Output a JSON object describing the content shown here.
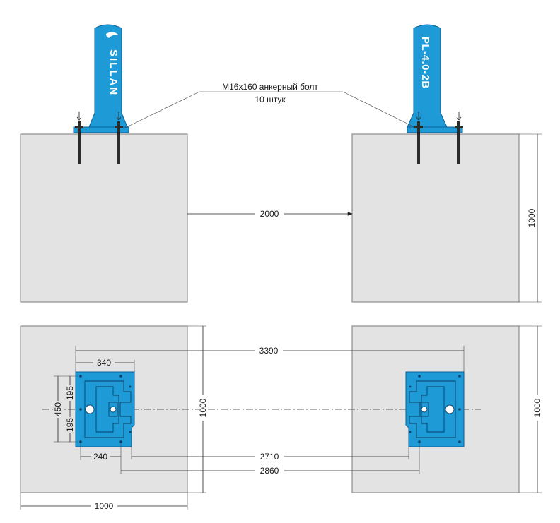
{
  "colors": {
    "column": "#1e9ad6",
    "plate": "#1e9ad6",
    "concrete": "#e3e3e3"
  },
  "annotation": {
    "bolt_line1": "M16x160 анкерный болт",
    "bolt_line2": "10 штук"
  },
  "columns": {
    "left_brand": "SILLAN",
    "right_model": "PL-4.0-2B"
  },
  "dimensions": {
    "column_spacing": "2000",
    "foundation_height_top": "1000",
    "foundation_height_bottom_right": "1000",
    "foundation_height_bottom_left": "1000",
    "foundation_width": "1000",
    "outer_anchor_span": "3390",
    "plate_width": "340",
    "plate_height": "450",
    "half_height_upper": "195",
    "half_height_lower": "195",
    "plate_offset": "240",
    "inner_anchor_span": "2710",
    "center_span": "2860"
  }
}
